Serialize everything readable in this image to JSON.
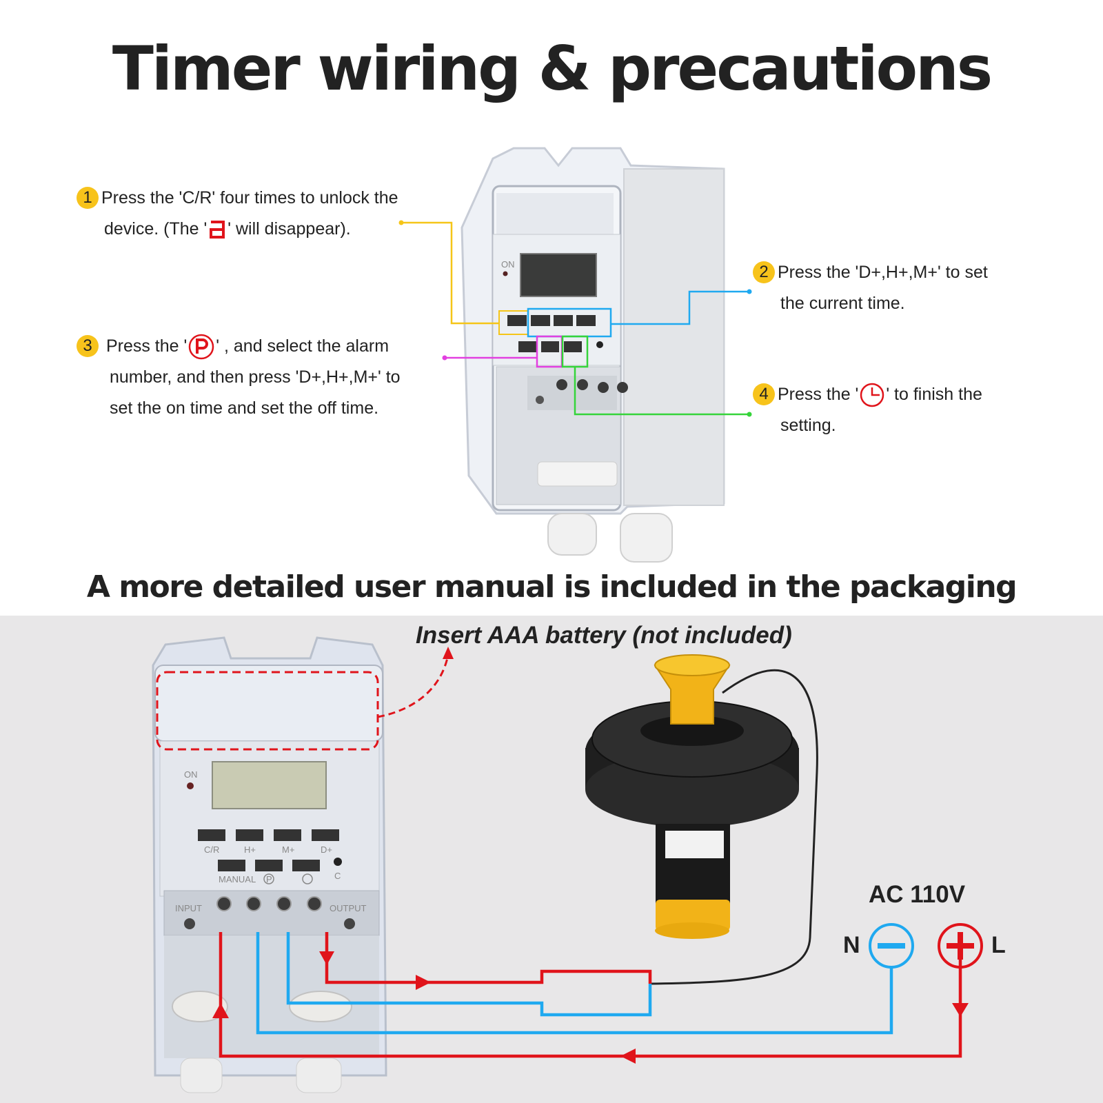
{
  "title": "Timer wiring & precautions",
  "steps": [
    {
      "num": "1",
      "line1": "Press the 'C/R' four times to unlock the",
      "line2a": "device. (The '",
      "line2b": "' will disappear)."
    },
    {
      "num": "2",
      "line1": "Press the 'D+,H+,M+' to set",
      "line2": "the current time."
    },
    {
      "num": "3",
      "line1a": "Press the '",
      "line1b": "' , and select the alarm",
      "line2": "number, and then press 'D+,H+,M+' to",
      "line3": "set the on time and set the off time."
    },
    {
      "num": "4",
      "line1a": "Press the '",
      "line1b": "' to finish the",
      "line2": "setting."
    }
  ],
  "subtitle": "A more detailed user manual is included in the packaging",
  "battery_note": "Insert AAA battery (not included)",
  "power": {
    "label": "AC  110V",
    "neutral": "N",
    "live": "L"
  },
  "device": {
    "on_label": "ON",
    "buttons_top": [
      "C/R",
      "H+",
      "M+",
      "D+"
    ],
    "buttons_bottom_labels": [
      "MANUAL",
      "P",
      "C"
    ],
    "terminal_left": "INPUT",
    "terminal_right": "OUTPUT"
  },
  "colors": {
    "step_badge": "#f7c31b",
    "live_wire": "#e0141b",
    "neutral_wire": "#1fa9f0",
    "callout_1": "#f5c518",
    "callout_2": "#1fa9f0",
    "callout_3": "#e23fe0",
    "callout_4": "#35d43a"
  }
}
